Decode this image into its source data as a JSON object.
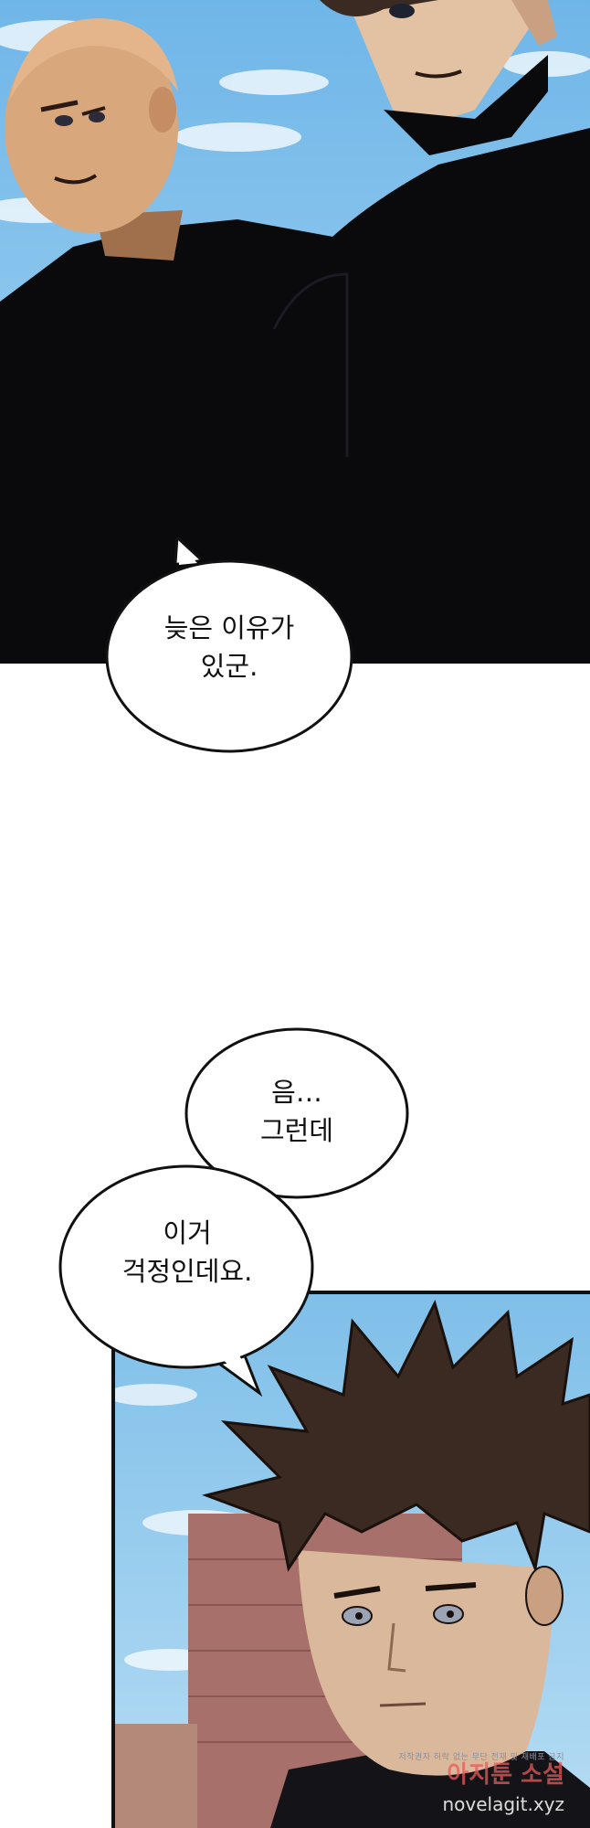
{
  "panels": [
    {
      "id": "top",
      "description_label": "two men in black shirts under blue sky"
    },
    {
      "id": "bottom",
      "description_label": "spiky-haired man looking worried"
    }
  ],
  "bubbles": {
    "late_reason": {
      "lines": [
        "늦은 이유가",
        "있군."
      ]
    },
    "hmm": {
      "lines": [
        "음…",
        "그런데"
      ]
    },
    "worried": {
      "lines": [
        "이거",
        "걱정인데요."
      ]
    }
  },
  "watermark": {
    "small_text": "저작권자 허락 없는 무단 전재 및 재배포 금지",
    "brand": "아지툰 소설",
    "url": "novelagit.xyz"
  },
  "colors": {
    "sky": "#8ec9ee",
    "shirt": "#0a0a0c",
    "skin_dark": "#c9956a",
    "hair": "#3b2a22"
  }
}
